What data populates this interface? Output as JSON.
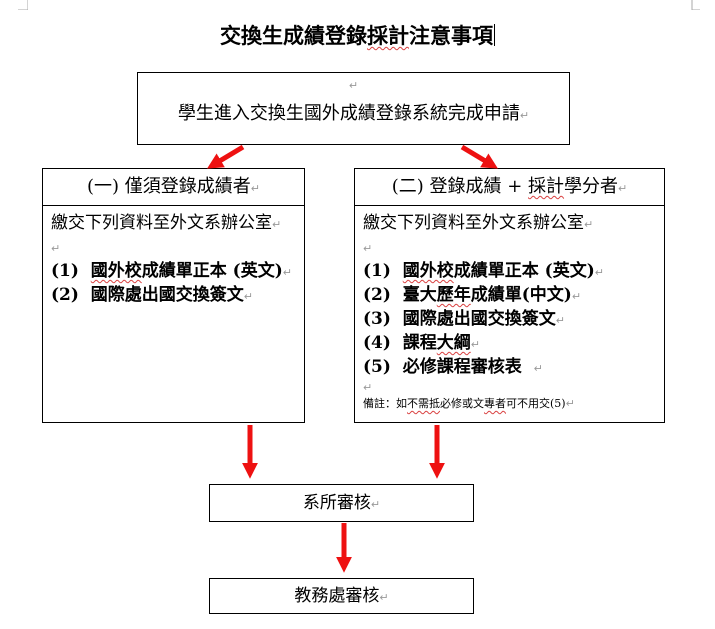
{
  "title": {
    "part1": "交換生成績登錄",
    "part2": "採計",
    "part3": "注意事項"
  },
  "top_box": {
    "text": "學生進入交換生國外成績登錄系統完成申請"
  },
  "left_column": {
    "header": "(一)  僅須登錄成績者",
    "intro": "繳交下列資料至外文系辦公室",
    "items": [
      {
        "num": "(1)",
        "pre": "",
        "sq": "國外校",
        "post": "成績單正本  (英文)"
      },
      {
        "num": "(2)",
        "pre": "",
        "sq": "",
        "post": "國際處出國交換簽文"
      }
    ]
  },
  "right_column": {
    "header_a": "(二)  登錄成績  +  ",
    "header_sq": "採計",
    "header_b": "學分者",
    "intro": "繳交下列資料至外文系辦公室",
    "items": [
      {
        "num": "(1)",
        "pre": "",
        "sq": "國外校",
        "post": "成績單正本  (英文)"
      },
      {
        "num": "(2)",
        "pre": "臺大",
        "sq": "歷年",
        "post": "成績單(中文)"
      },
      {
        "num": "(3)",
        "pre": "",
        "sq": "",
        "post": "國際處出國交換簽文"
      },
      {
        "num": "(4)",
        "pre": "課程",
        "sq": "大綱",
        "post": ""
      },
      {
        "num": "(5)",
        "pre": "",
        "sq": "",
        "post": "必修課程審核表"
      }
    ],
    "note_a": "備註：如",
    "note_sq1": "不需抵",
    "note_b": "必修或文",
    "note_sq2": "專者",
    "note_c": "可不用交(5)"
  },
  "step_department": "系所審核",
  "step_academic": "教務處審核",
  "paragraph_mark": "↵",
  "colors": {
    "arrow": "#ee1111",
    "squiggle": "#d94040"
  }
}
